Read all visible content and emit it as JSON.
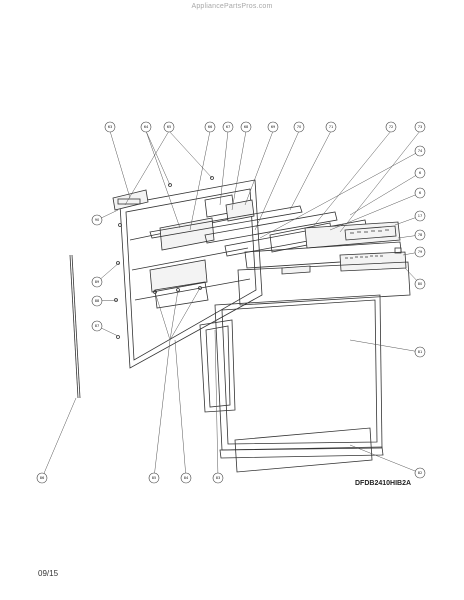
{
  "watermark": "AppliancePartsPros.com",
  "model_code": "DFDB2410HIB2A",
  "date_code": "09/15",
  "callouts": [
    {
      "label": "63"
    },
    {
      "label": "64"
    },
    {
      "label": "65"
    },
    {
      "label": "66"
    },
    {
      "label": "67"
    },
    {
      "label": "68"
    },
    {
      "label": "69"
    },
    {
      "label": "70"
    },
    {
      "label": "71"
    },
    {
      "label": "72"
    },
    {
      "label": "73"
    },
    {
      "label": "74"
    },
    {
      "label": "6"
    },
    {
      "label": "6"
    },
    {
      "label": "17"
    },
    {
      "label": "78"
    },
    {
      "label": "79"
    },
    {
      "label": "80"
    },
    {
      "label": "81"
    },
    {
      "label": "82"
    },
    {
      "label": "83"
    },
    {
      "label": "84"
    },
    {
      "label": "85"
    },
    {
      "label": "86"
    },
    {
      "label": "87"
    },
    {
      "label": "88"
    },
    {
      "label": "89"
    },
    {
      "label": "90"
    }
  ]
}
